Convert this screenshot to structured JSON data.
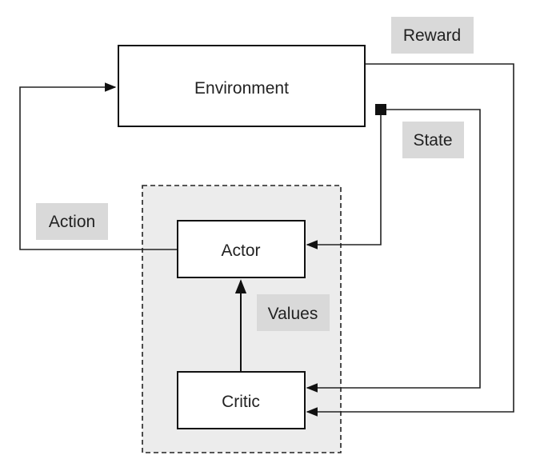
{
  "nodes": {
    "environment": "Environment",
    "actor": "Actor",
    "critic": "Critic"
  },
  "edge_labels": {
    "reward": "Reward",
    "state": "State",
    "action": "Action",
    "values": "Values"
  },
  "colors": {
    "label_background": "#d9d9d9",
    "group_background": "#ececec",
    "line": "#222222"
  }
}
